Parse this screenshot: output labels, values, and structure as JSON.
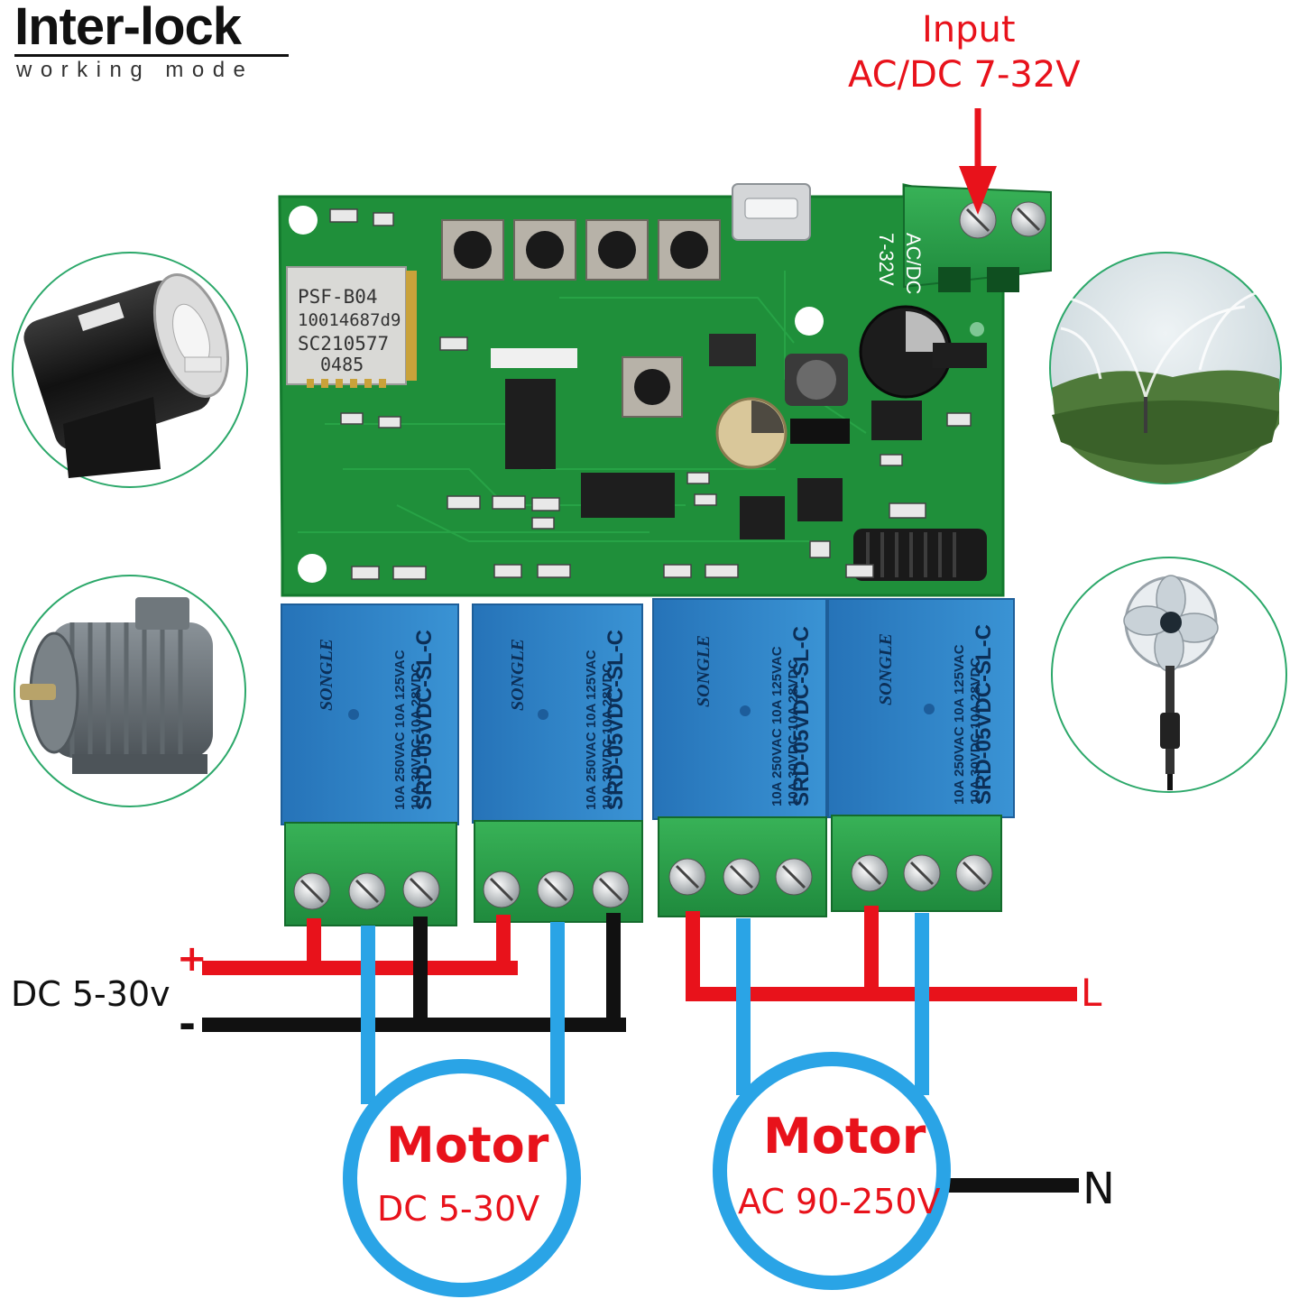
{
  "header": {
    "title": "Inter-lock",
    "subtitle": "working mode"
  },
  "input_label": {
    "line1": "Input",
    "line2": "AC/DC 7-32V"
  },
  "board": {
    "module_text": [
      "PSF-B04",
      "10014687d9",
      "SC210577",
      "0485"
    ],
    "power_terminal_text": [
      "7-32V",
      "AC/DC"
    ],
    "relay_text": {
      "brand": "SONGLE",
      "model": "SRD-05VDC-SL-C",
      "ratings": [
        "10A 250VAC  10A 125VAC",
        "10A 30VDC   10A 28VDC"
      ]
    },
    "relay_count": 4
  },
  "wiring": {
    "dc_supply_label": "DC 5-30v",
    "plus_sign": "+",
    "minus_sign": "-",
    "line_label": "L",
    "neutral_label": "N"
  },
  "motors": [
    {
      "title": "Motor",
      "spec": "DC 5-30V"
    },
    {
      "title": "Motor",
      "spec": "AC 90-250V"
    }
  ],
  "application_icons": [
    "dc-motor-icon",
    "ac-induction-motor-icon",
    "sprinkler-icon",
    "standing-fan-icon"
  ],
  "colors": {
    "label_red": "#e8121b",
    "wire_red": "#e8121b",
    "wire_blue": "#2aa4e6",
    "wire_black": "#111111",
    "pcb_green": "#1f8f3a",
    "relay_blue": "#2f86c9",
    "terminal_green": "#2fa84f",
    "circle_border": "#2ca86a"
  }
}
